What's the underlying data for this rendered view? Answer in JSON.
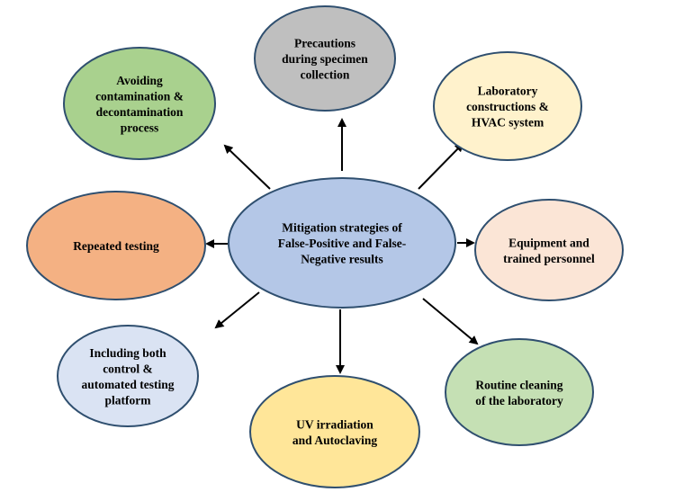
{
  "center": {
    "lines": [
      "Mitigation strategies of",
      "False-Positive and False-",
      "Negative results"
    ],
    "fill": "#b4c7e7"
  },
  "nodes": [
    {
      "id": "precautions",
      "lines": [
        "Precautions",
        "during specimen",
        "collection"
      ],
      "fill": "#bfbfbf"
    },
    {
      "id": "laboratory-hvac",
      "lines": [
        "Laboratory",
        "constructions &",
        "HVAC system"
      ],
      "fill": "#fff2cc"
    },
    {
      "id": "equipment",
      "lines": [
        "Equipment and",
        "trained personnel"
      ],
      "fill": "#fbe5d6"
    },
    {
      "id": "routine-cleaning",
      "lines": [
        "Routine cleaning",
        "of the laboratory"
      ],
      "fill": "#c5e0b4"
    },
    {
      "id": "uv-irradiation",
      "lines": [
        "UV irradiation",
        "and Autoclaving"
      ],
      "fill": "#ffe699"
    },
    {
      "id": "control-automated",
      "lines": [
        "Including both",
        "control &",
        "automated testing",
        "platform"
      ],
      "fill": "#dae3f3"
    },
    {
      "id": "repeated-testing",
      "lines": [
        "Repeated testing"
      ],
      "fill": "#f4b183"
    },
    {
      "id": "avoiding-contamination",
      "lines": [
        "Avoiding",
        "contamination &",
        "decontamination",
        "process"
      ],
      "fill": "#a9d18e"
    }
  ],
  "stroke_color": "#2f4f6f",
  "arrow_color": "#000000"
}
